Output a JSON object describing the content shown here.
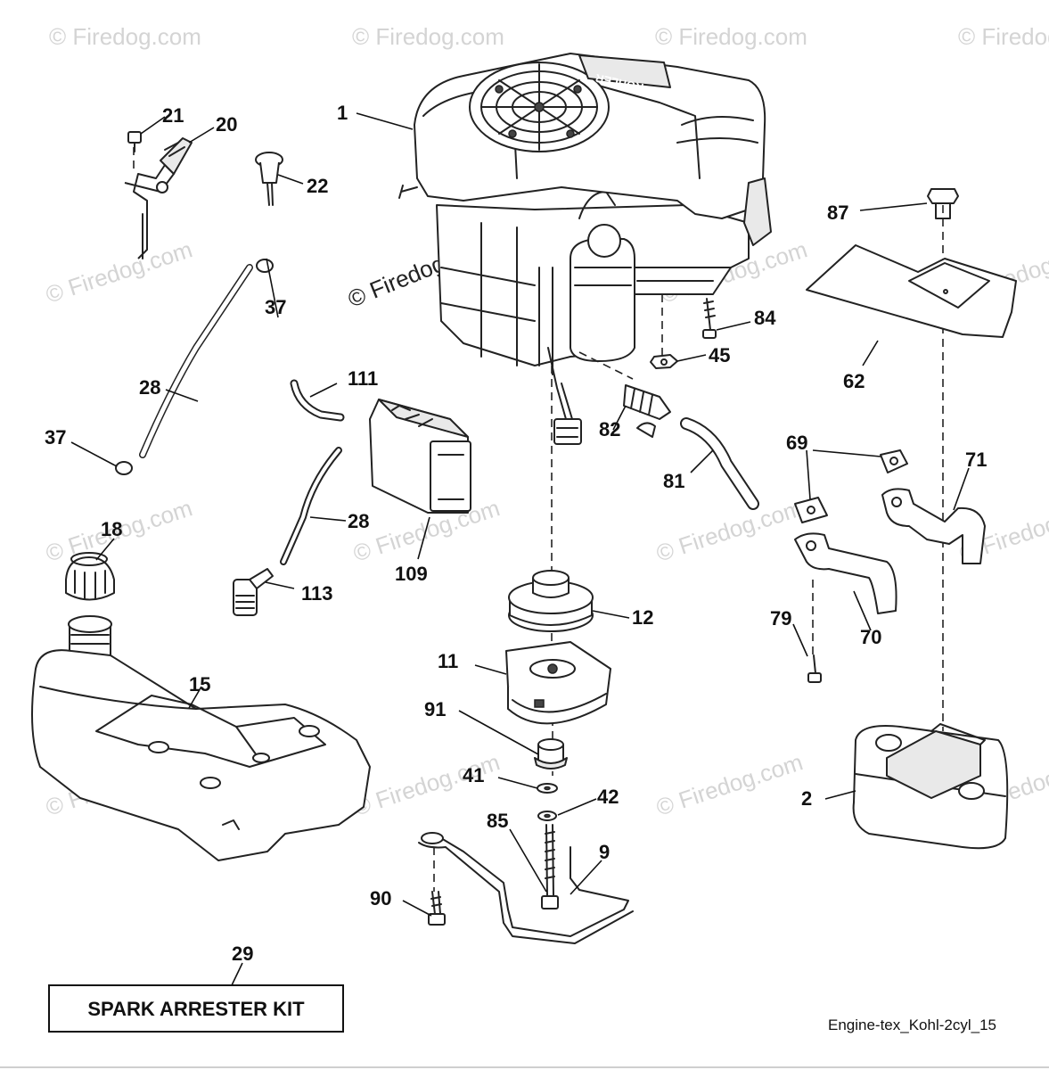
{
  "watermark": "© Firedog.com",
  "engine_brand": "KOHLER",
  "callouts": {
    "p1": "1",
    "p2": "2",
    "p9": "9",
    "p11": "11",
    "p12": "12",
    "p15": "15",
    "p18": "18",
    "p20": "20",
    "p21": "21",
    "p22": "22",
    "p28a": "28",
    "p28b": "28",
    "p29": "29",
    "p37a": "37",
    "p37b": "37",
    "p41": "41",
    "p42": "42",
    "p45": "45",
    "p62": "62",
    "p69": "69",
    "p70": "70",
    "p71": "71",
    "p79": "79",
    "p81": "81",
    "p82": "82",
    "p84": "84",
    "p85": "85",
    "p87": "87",
    "p90": "90",
    "p91": "91",
    "p109": "109",
    "p111": "111",
    "p113": "113"
  },
  "kit_label": "SPARK ARRESTER KIT",
  "diagram_ref": "Engine-tex_Kohl-2cyl_15"
}
